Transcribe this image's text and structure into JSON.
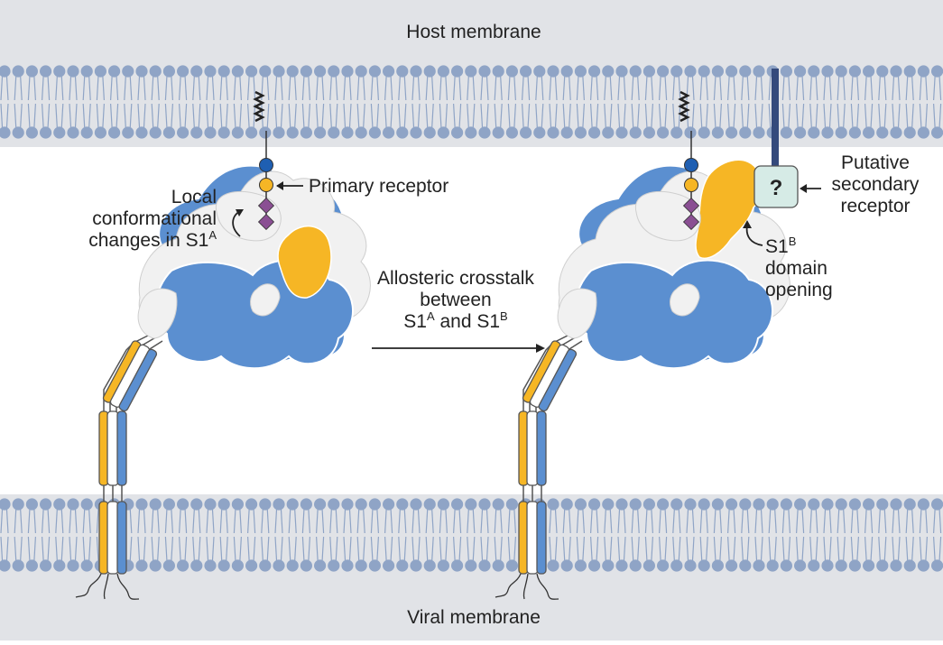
{
  "membranes": {
    "host_label": "Host membrane",
    "viral_label": "Viral membrane"
  },
  "left_panel": {
    "primary_receptor_label": "Primary receptor",
    "local_change": {
      "line1": "Local",
      "line2": "conformational",
      "line3_prefix": "changes in S1",
      "line3_sup": "A"
    }
  },
  "middle": {
    "line1": "Allosteric crosstalk",
    "line2": "between",
    "line3_a": "S1",
    "line3_a_sup": "A",
    "line3_and": " and S1",
    "line3_b_sup": "B"
  },
  "right_panel": {
    "question_mark": "?",
    "secondary_receptor": {
      "line1": "Putative",
      "line2": "secondary",
      "line3": "receptor"
    },
    "domain_opening": {
      "line1_prefix": "S1",
      "line1_sup": "B",
      "line2": "domain",
      "line3": "opening"
    }
  },
  "colors": {
    "membrane_bg": "#e1e3e7",
    "lipid": "#8fa4c6",
    "blue_domain": "#5b8fd0",
    "yellow_domain": "#f6b625",
    "white_domain": "#f1f1f1",
    "receptor_stalk": "#344a7c",
    "receptor_box": "#d6ebe6",
    "glycan": "#8a4f93"
  }
}
